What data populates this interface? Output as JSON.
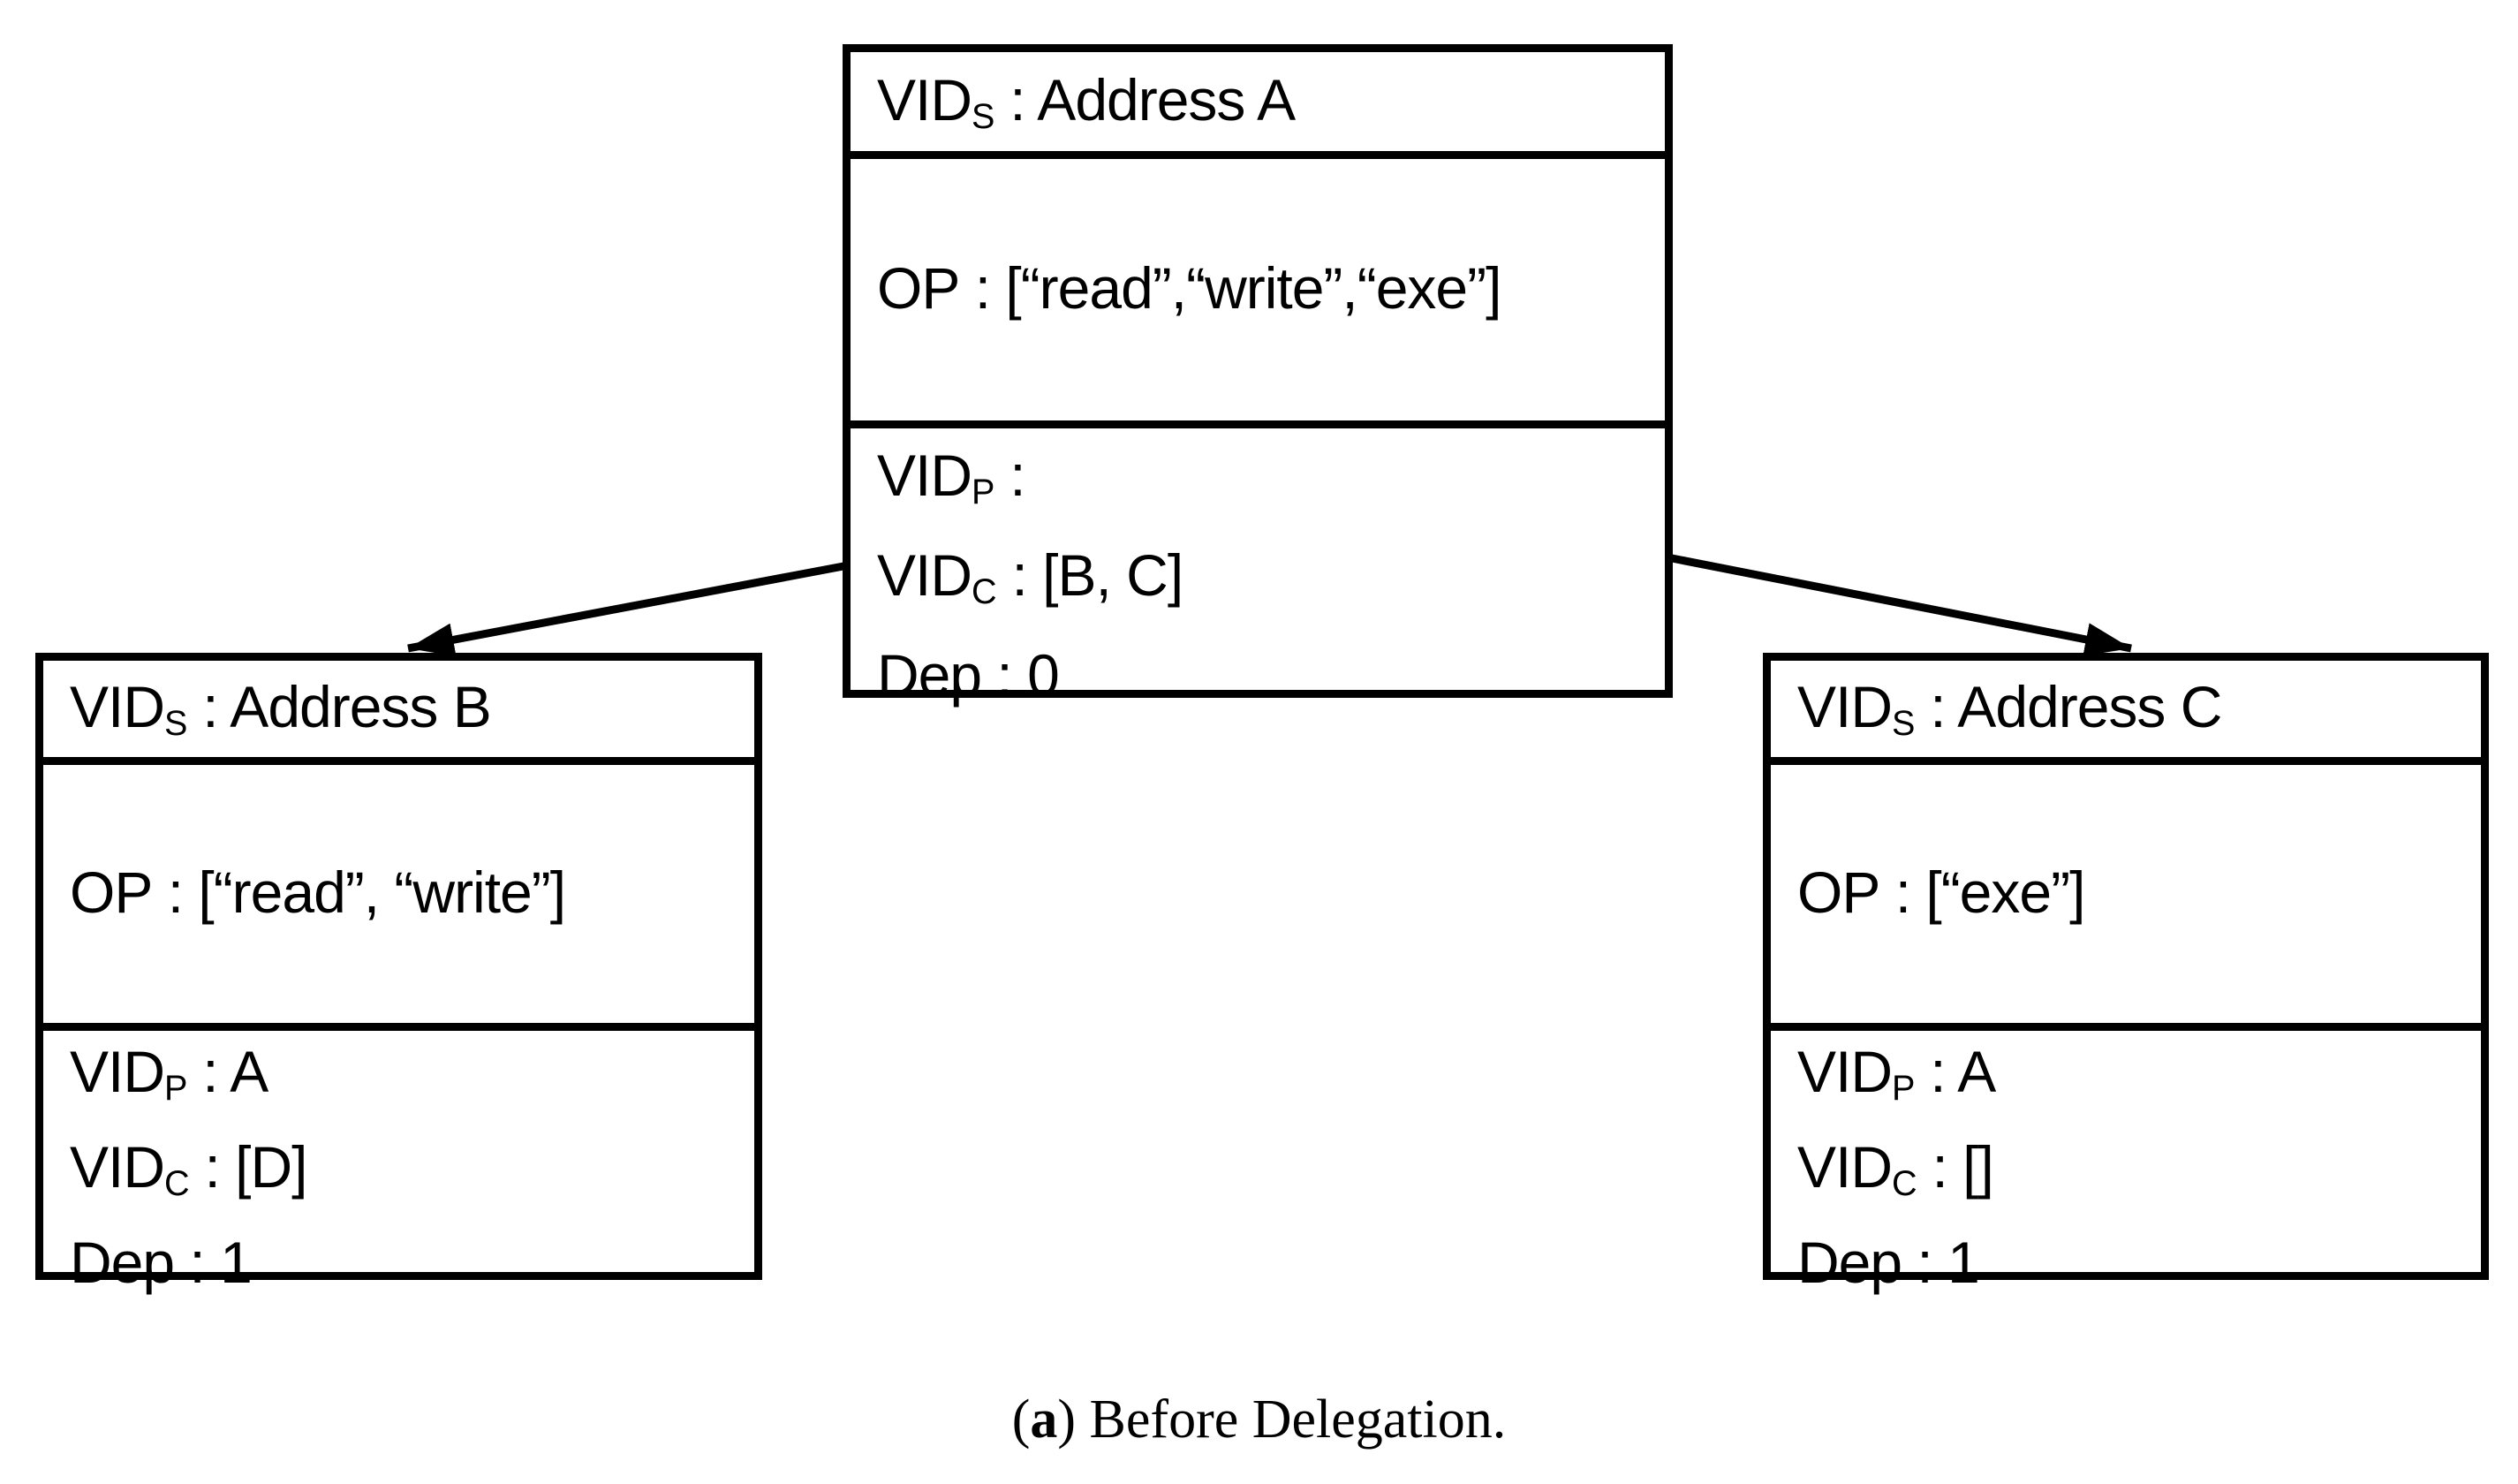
{
  "figure": {
    "caption": {
      "open": "(",
      "index": "a",
      "rest": ") Before Delegation."
    }
  },
  "colors": {
    "stroke": "#000000",
    "background": "#ffffff"
  },
  "nodes": [
    {
      "id": "A",
      "header": {
        "base": "VID",
        "sub": "S",
        "rest": " : Address A"
      },
      "op": {
        "base": "OP",
        "sub": "",
        "rest": " : [“read”,“write”,“exe”]"
      },
      "fields": [
        {
          "base": "VID",
          "sub": "P",
          "rest": " :"
        },
        {
          "base": "VID",
          "sub": "C",
          "rest": " : [B, C]"
        },
        {
          "base": "Dep",
          "sub": "",
          "rest": " : 0"
        }
      ]
    },
    {
      "id": "B",
      "header": {
        "base": "VID",
        "sub": "S",
        "rest": " : Address B"
      },
      "op": {
        "base": "OP",
        "sub": "",
        "rest": " : [“read”, “write”]"
      },
      "fields": [
        {
          "base": "VID",
          "sub": "P",
          "rest": " : A"
        },
        {
          "base": "VID",
          "sub": "C",
          "rest": " : [D]"
        },
        {
          "base": "Dep",
          "sub": "",
          "rest": " : 1"
        }
      ]
    },
    {
      "id": "C",
      "header": {
        "base": "VID",
        "sub": "S",
        "rest": " : Address C"
      },
      "op": {
        "base": "OP",
        "sub": "",
        "rest": " : [“exe”]"
      },
      "fields": [
        {
          "base": "VID",
          "sub": "P",
          "rest": " : A"
        },
        {
          "base": "VID",
          "sub": "C",
          "rest": " : []"
        },
        {
          "base": "Dep",
          "sub": "",
          "rest": " : 1"
        }
      ]
    }
  ],
  "edges": [
    {
      "from": "A",
      "to": "B"
    },
    {
      "from": "A",
      "to": "C"
    }
  ]
}
